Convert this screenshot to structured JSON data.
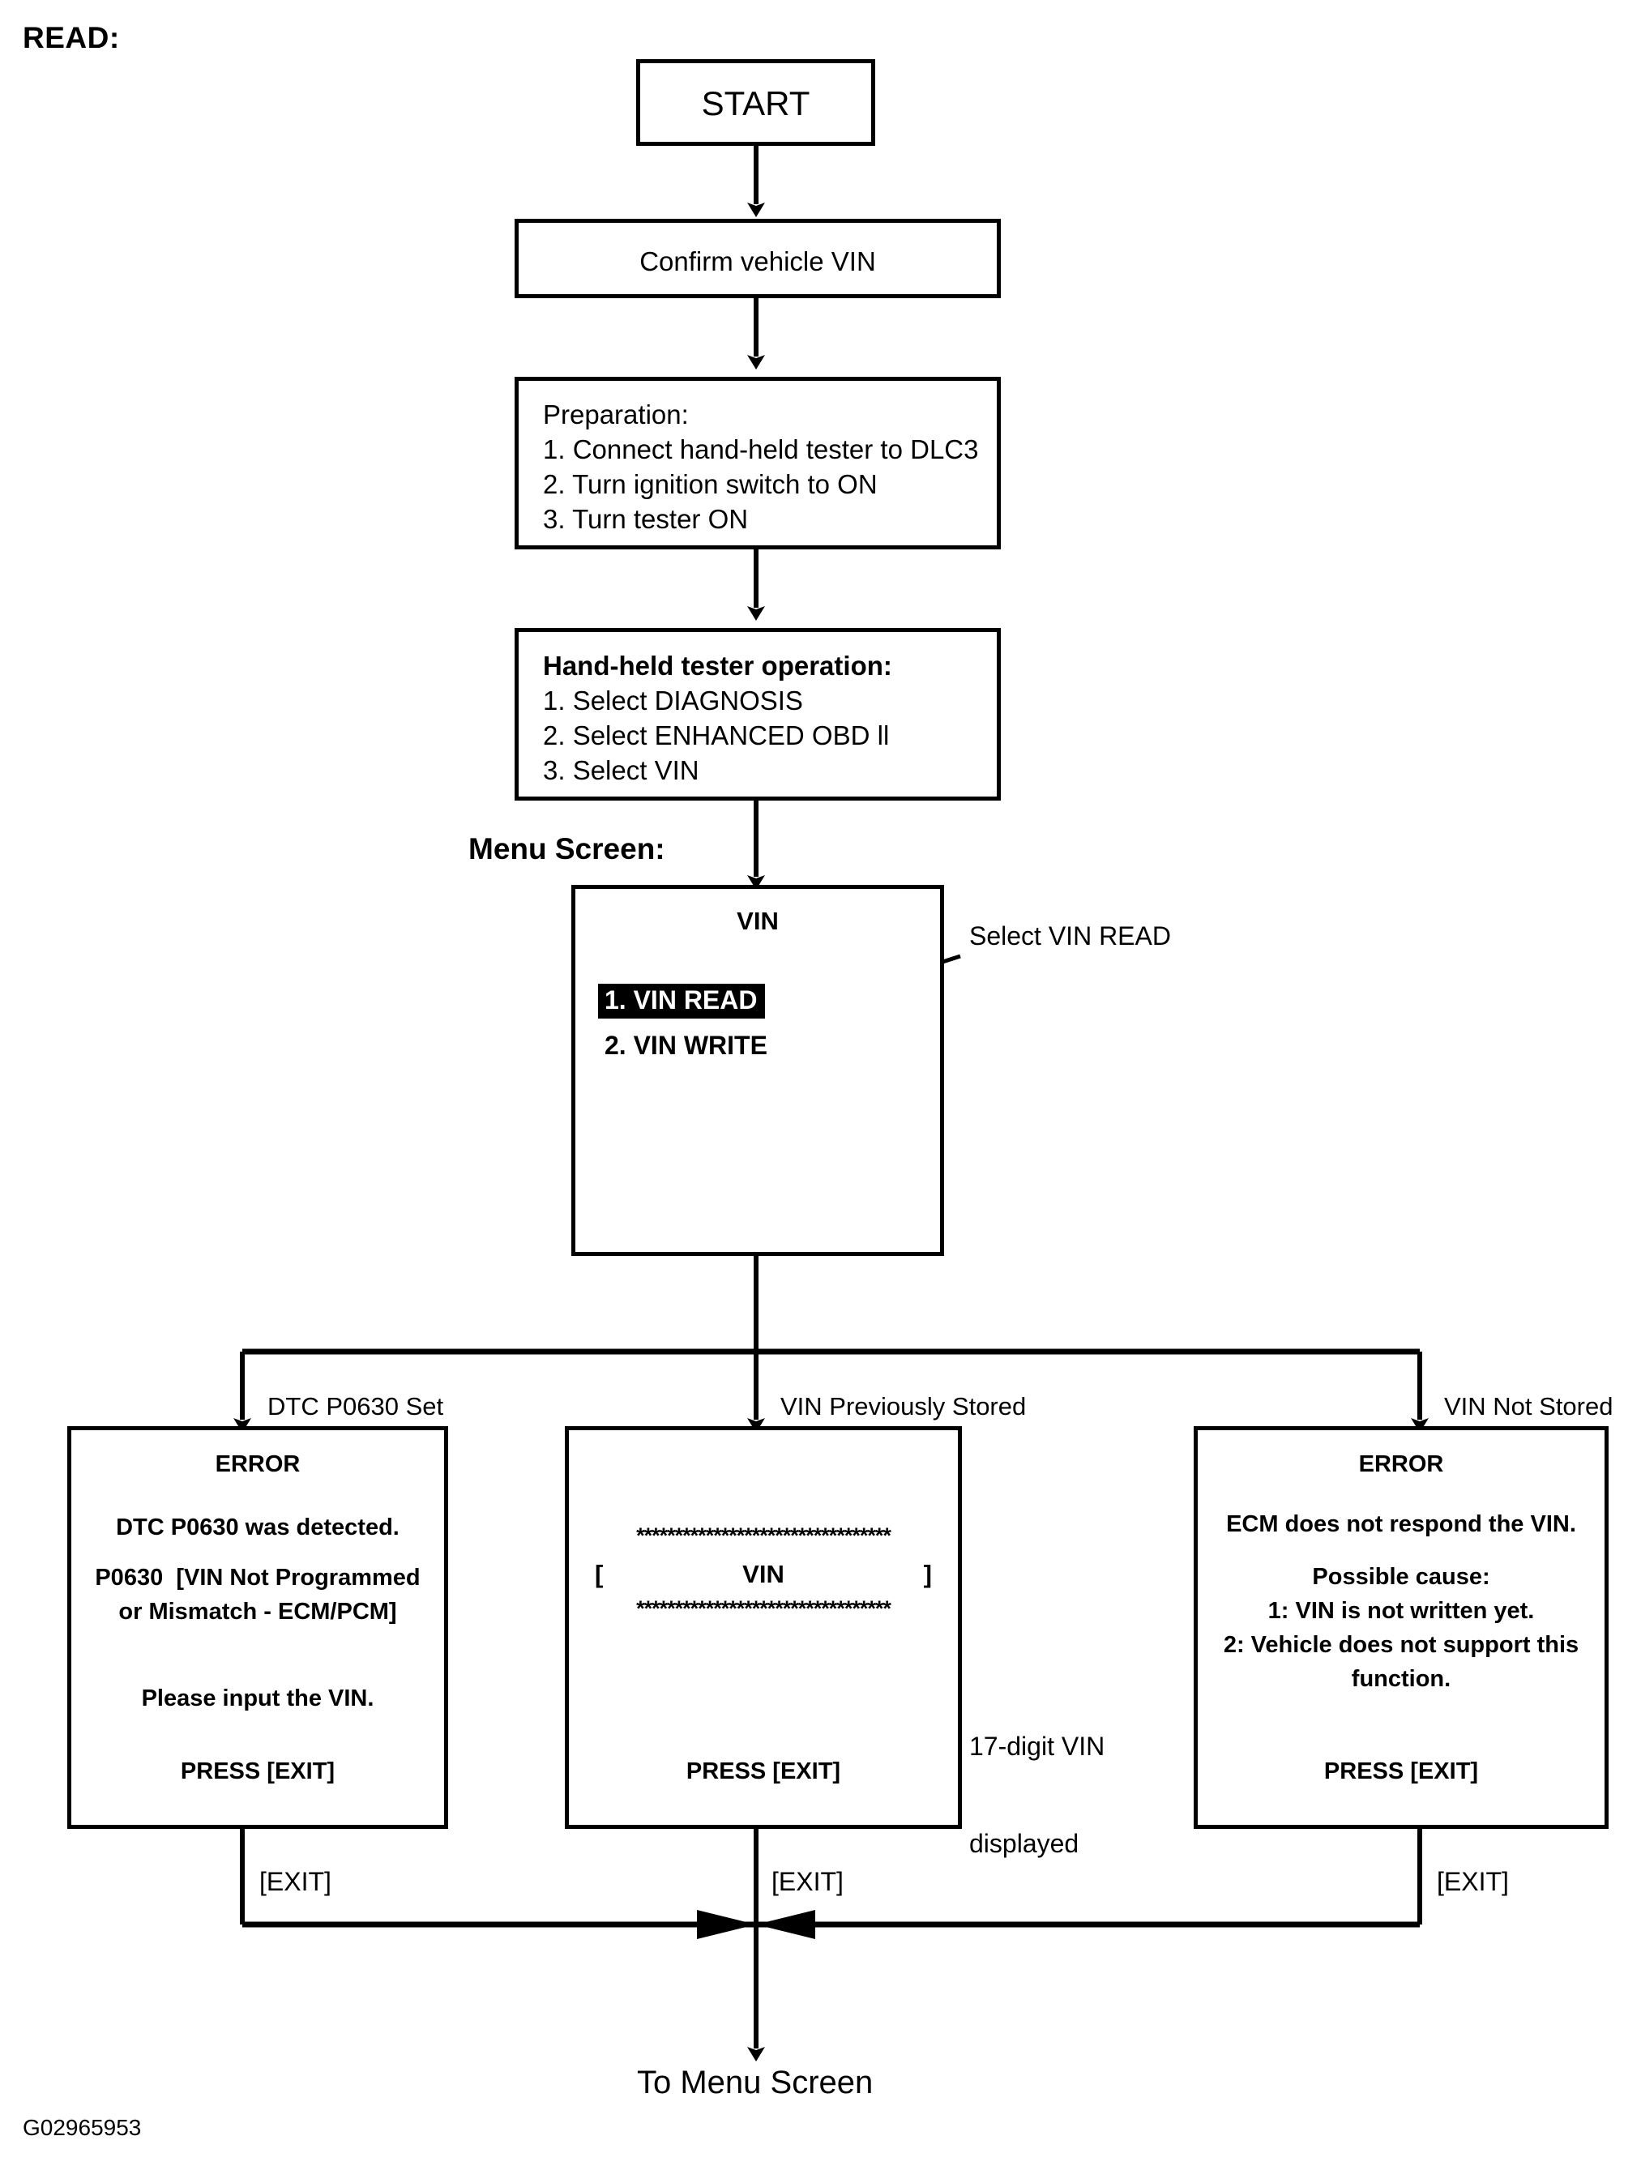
{
  "page": {
    "section_title": "READ:",
    "figure_code": "G02965953"
  },
  "flow": {
    "start": {
      "label": "START"
    },
    "confirm": {
      "label": "Confirm vehicle VIN"
    },
    "preparation": {
      "heading": "Preparation:",
      "steps": [
        "1. Connect hand-held tester to DLC3",
        "2. Turn ignition switch to ON",
        "3. Turn tester ON"
      ]
    },
    "tester_operation": {
      "heading": "Hand-held tester operation:",
      "steps": [
        "1. Select DIAGNOSIS",
        "2. Select ENHANCED OBD ll",
        "3. Select VIN"
      ]
    },
    "menu_screen_label": "Menu Screen:",
    "menu": {
      "title": "VIN",
      "items": [
        {
          "label": "1. VIN READ",
          "highlighted": true
        },
        {
          "label": "2. VIN WRITE",
          "highlighted": false
        }
      ],
      "callout": "Select VIN READ"
    },
    "branches": [
      {
        "label": "DTC P0630 Set"
      },
      {
        "label": "VIN Previously Stored"
      },
      {
        "label": "VIN Not Stored"
      }
    ],
    "screens": [
      {
        "id": "dtc-p0630-set",
        "title": "ERROR",
        "lines": [
          "DTC P0630 was detected.",
          "P0630  [VIN Not Programmed",
          "or Mismatch - ECM/PCM]",
          "Please input the VIN."
        ],
        "footer": "PRESS [EXIT]"
      },
      {
        "id": "vin-previously-stored",
        "stars_top": "*********************************",
        "vin_left_bracket": "[",
        "vin_label": "VIN",
        "vin_right_bracket": "]",
        "stars_bottom": "*********************************",
        "footer": "PRESS [EXIT]",
        "callout_line1": "17-digit VIN",
        "callout_line2": "displayed"
      },
      {
        "id": "vin-not-stored",
        "title": "ERROR",
        "lines": [
          "ECM does not respond the VIN.",
          "Possible cause:",
          "1: VIN is not written yet.",
          "2: Vehicle does not support this",
          "function."
        ],
        "footer": "PRESS [EXIT]"
      }
    ],
    "exit_labels": [
      "[EXIT]",
      "[EXIT]",
      "[EXIT]"
    ],
    "terminator": "To Menu Screen"
  },
  "colors": {
    "stroke": "#000000",
    "background": "#ffffff",
    "highlight_bg": "#000000",
    "highlight_fg": "#ffffff"
  }
}
